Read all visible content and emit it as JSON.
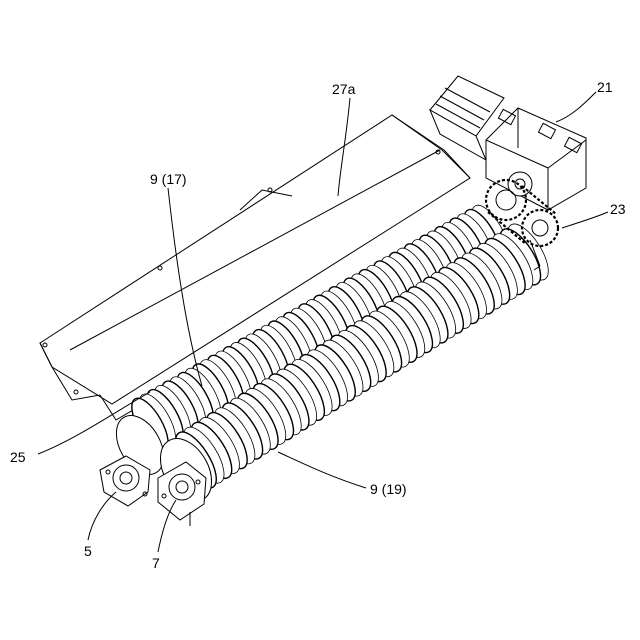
{
  "labels": {
    "hood": "27a",
    "motor": "21",
    "chain": "23",
    "roller_back": "9 (17)",
    "roller_front": "9 (19)",
    "frame": "25",
    "bearing_left": "5",
    "bearing_right": "7"
  },
  "colors": {
    "ink": "#000000",
    "paper": "#ffffff"
  }
}
